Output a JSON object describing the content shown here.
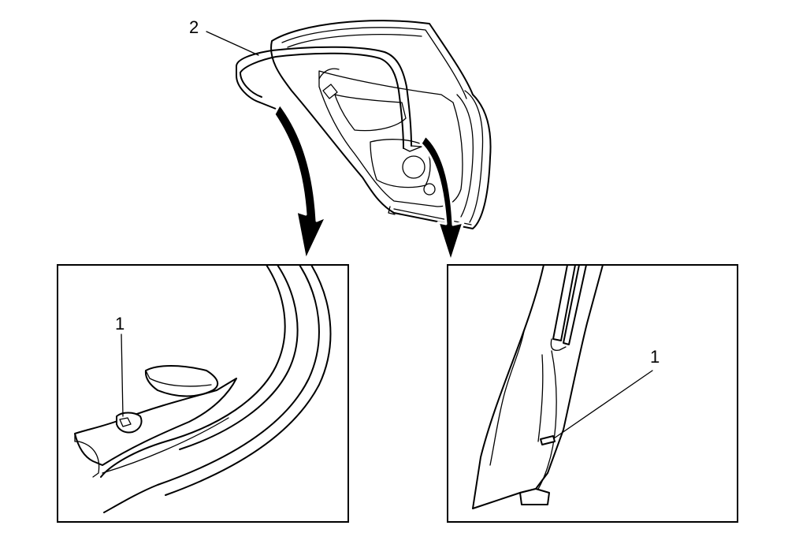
{
  "callouts": {
    "door_seal": "2",
    "left_detail_retainer": "1",
    "right_detail_retainer": "1"
  },
  "colors": {
    "line": "#000000",
    "background": "#ffffff"
  }
}
